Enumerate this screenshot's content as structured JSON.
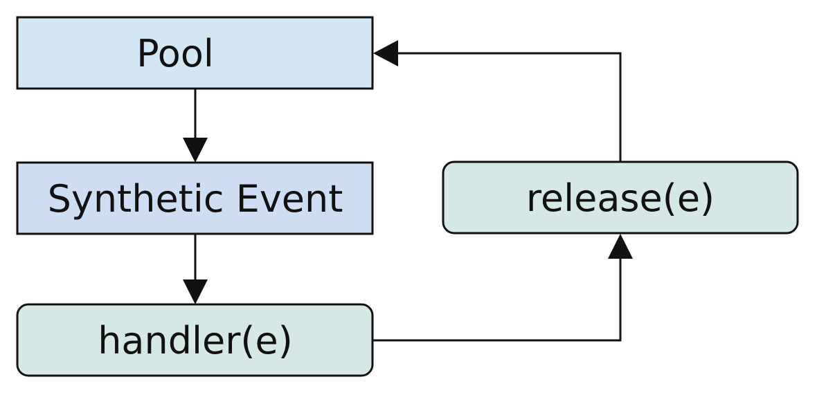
{
  "diagram": {
    "nodes": {
      "pool": {
        "label": "Pool",
        "fill": "#d3e6f3",
        "shape": "rectangle"
      },
      "synthetic_event": {
        "label": "Synthetic Event",
        "fill": "#cfddf3",
        "shape": "rectangle"
      },
      "handler": {
        "label": "handler(e)",
        "fill": "#d5e8e6",
        "shape": "rounded-rectangle"
      },
      "release": {
        "label": "release(e)",
        "fill": "#d5e8e6",
        "shape": "rounded-rectangle"
      }
    },
    "edges": [
      {
        "from": "pool",
        "to": "synthetic_event"
      },
      {
        "from": "synthetic_event",
        "to": "handler"
      },
      {
        "from": "handler",
        "to": "release"
      },
      {
        "from": "release",
        "to": "pool"
      }
    ],
    "colors": {
      "stroke": "#111111",
      "background": "#ffffff"
    }
  }
}
